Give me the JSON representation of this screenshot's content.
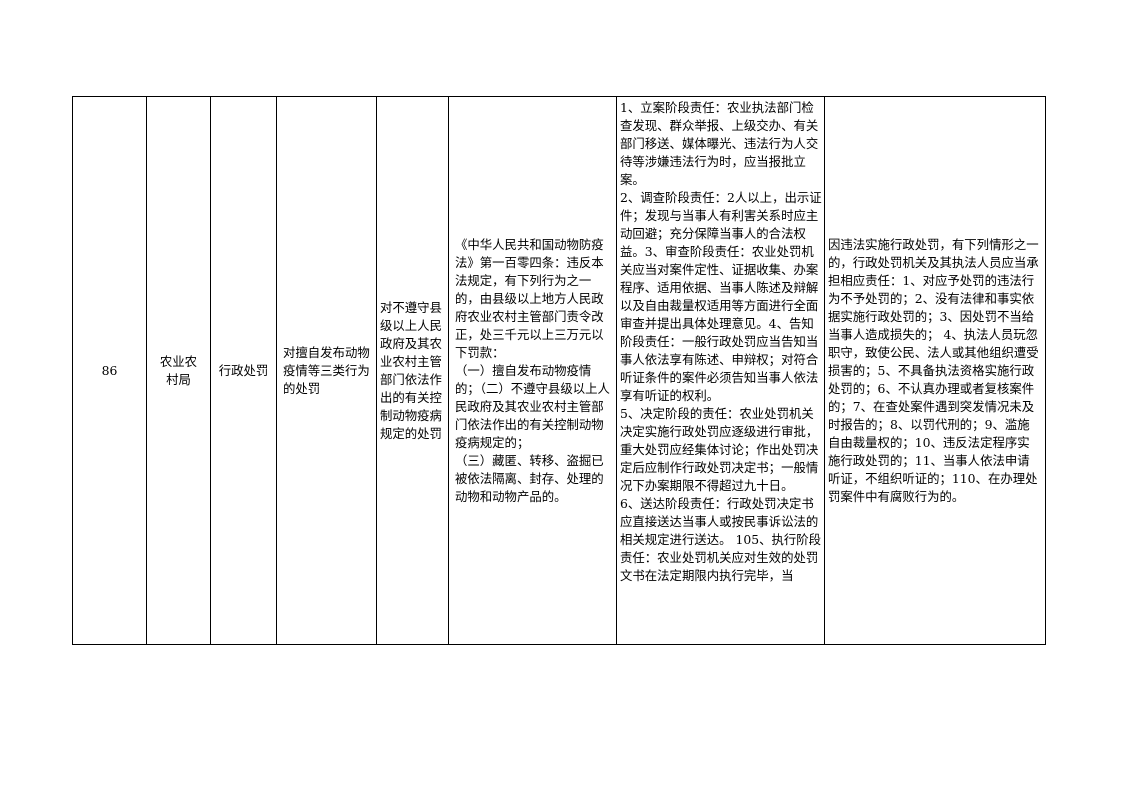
{
  "row": {
    "number": "86",
    "department": "农业农村局",
    "power_type": "行政处罚",
    "item_name": "对擅自发布动物疫情等三类行为的处罚",
    "sub_item": "对不遵守县级以上人民政府及其农业农村主管部门依法作出的有关控制动物疫病规定的处罚",
    "legal_basis": "《中华人民共和国动物防疫法》第一百零四条：违反本法规定，有下列行为之一的，由县级以上地方人民政府农业农村主管部门责令改正，处三千元以上三万元以下罚款：\n（一）擅自发布动物疫情的；（二）不遵守县级以上人民政府及其农业农村主管部门依法作出的有关控制动物疫病规定的；\n（三）藏匿、转移、盗掘已被依法隔离、封存、处理的动物和动物产品的。",
    "responsibility": "1、立案阶段责任：农业执法部门检查发现、群众举报、上级交办、有关部门移送、媒体曝光、违法行为人交待等涉嫌违法行为时，应当报批立案。\n2、调查阶段责任：2人以上，出示证件；发现与当事人有利害关系时应主动回避；充分保障当事人的合法权益。3、审查阶段责任：农业处罚机关应当对案件定性、证据收集、办案程序、适用依据、当事人陈述及辩解以及自由裁量权适用等方面进行全面审查并提出具体处理意见。4、告知阶段责任：一般行政处罚应当告知当事人依法享有陈述、申辩权；对符合听证条件的案件必须告知当事人依法享有听证的权利。\n5、决定阶段的责任：农业处罚机关决定实施行政处罚应逐级进行审批，重大处罚应经集体讨论；作出处罚决定后应制作行政处罚决定书；一般情况下办案期限不得超过九十日。\n6、送达阶段责任：行政处罚决定书应直接送达当事人或按民事诉讼法的相关规定进行送达。 105、执行阶段责任：农业处罚机关应对生效的处罚文书在法定期限内执行完毕，当",
    "accountability": "因违法实施行政处罚，有下列情形之一的，行政处罚机关及其执法人员应当承担相应责任：1、对应予处罚的违法行为不予处罚的；2、没有法律和事实依据实施行政处罚的；3、因处罚不当给当事人造成损失的； 4、执法人员玩忽职守，致使公民、法人或其他组织遭受损害的；5、不具备执法资格实施行政处罚的；6、不认真办理或者复核案件的；7、在查处案件遇到突发情况未及时报告的；8、以罚代刑的；9、滥施自由裁量权的；10、违反法定程序实施行政处罚的；11、当事人依法申请听证，不组织听证的；110、在办理处罚案件中有腐败行为的。"
  }
}
